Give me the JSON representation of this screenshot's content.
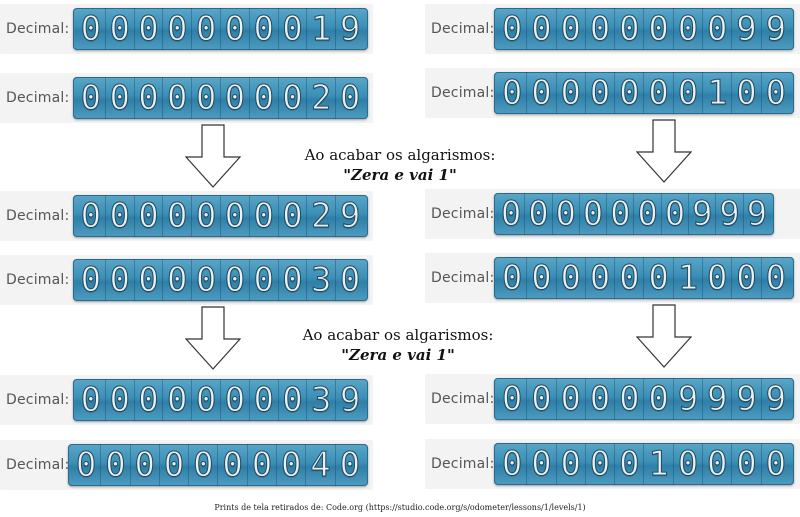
{
  "label": "Decimal:",
  "rows": [
    {
      "id": "l1",
      "digits": [
        "0",
        "0",
        "0",
        "0",
        "0",
        "0",
        "0",
        "0",
        "1",
        "9"
      ]
    },
    {
      "id": "l2",
      "digits": [
        "0",
        "0",
        "0",
        "0",
        "0",
        "0",
        "0",
        "0",
        "2",
        "0"
      ]
    },
    {
      "id": "l3",
      "digits": [
        "0",
        "0",
        "0",
        "0",
        "0",
        "0",
        "0",
        "0",
        "2",
        "9"
      ]
    },
    {
      "id": "l4",
      "digits": [
        "0",
        "0",
        "0",
        "0",
        "0",
        "0",
        "0",
        "0",
        "3",
        "0"
      ]
    },
    {
      "id": "l5",
      "digits": [
        "0",
        "0",
        "0",
        "0",
        "0",
        "0",
        "0",
        "0",
        "3",
        "9"
      ]
    },
    {
      "id": "l6",
      "digits": [
        "0",
        "0",
        "0",
        "0",
        "0",
        "0",
        "0",
        "0",
        "4",
        "0"
      ]
    },
    {
      "id": "r1",
      "digits": [
        "0",
        "0",
        "0",
        "0",
        "0",
        "0",
        "0",
        "0",
        "9",
        "9"
      ]
    },
    {
      "id": "r2",
      "digits": [
        "0",
        "0",
        "0",
        "0",
        "0",
        "0",
        "0",
        "1",
        "0",
        "0"
      ]
    },
    {
      "id": "r3",
      "digits": [
        "0",
        "0",
        "0",
        "0",
        "0",
        "0",
        "0",
        "9",
        "9",
        "9"
      ]
    },
    {
      "id": "r4",
      "digits": [
        "0",
        "0",
        "0",
        "0",
        "0",
        "0",
        "1",
        "0",
        "0",
        "0"
      ]
    },
    {
      "id": "r5",
      "digits": [
        "0",
        "0",
        "0",
        "0",
        "0",
        "0",
        "9",
        "9",
        "9",
        "9"
      ]
    },
    {
      "id": "r6",
      "digits": [
        "0",
        "0",
        "0",
        "0",
        "0",
        "1",
        "0",
        "0",
        "0",
        "0"
      ]
    }
  ],
  "captions": [
    {
      "line1": "Ao acabar os algarismos:",
      "line2": "\"Zera e vai 1\""
    },
    {
      "line1": "Ao acabar os algarismos:",
      "line2": "\"Zera e vai 1\""
    }
  ],
  "footer": "Prints de tela retirados de: Code.org (https://studio.code.org/s/odometer/lessons/1/levels/1)",
  "colors": {
    "odometer": "#3b8fb6",
    "digit": "#e9f1f5",
    "panel": "#f3f3f3"
  }
}
